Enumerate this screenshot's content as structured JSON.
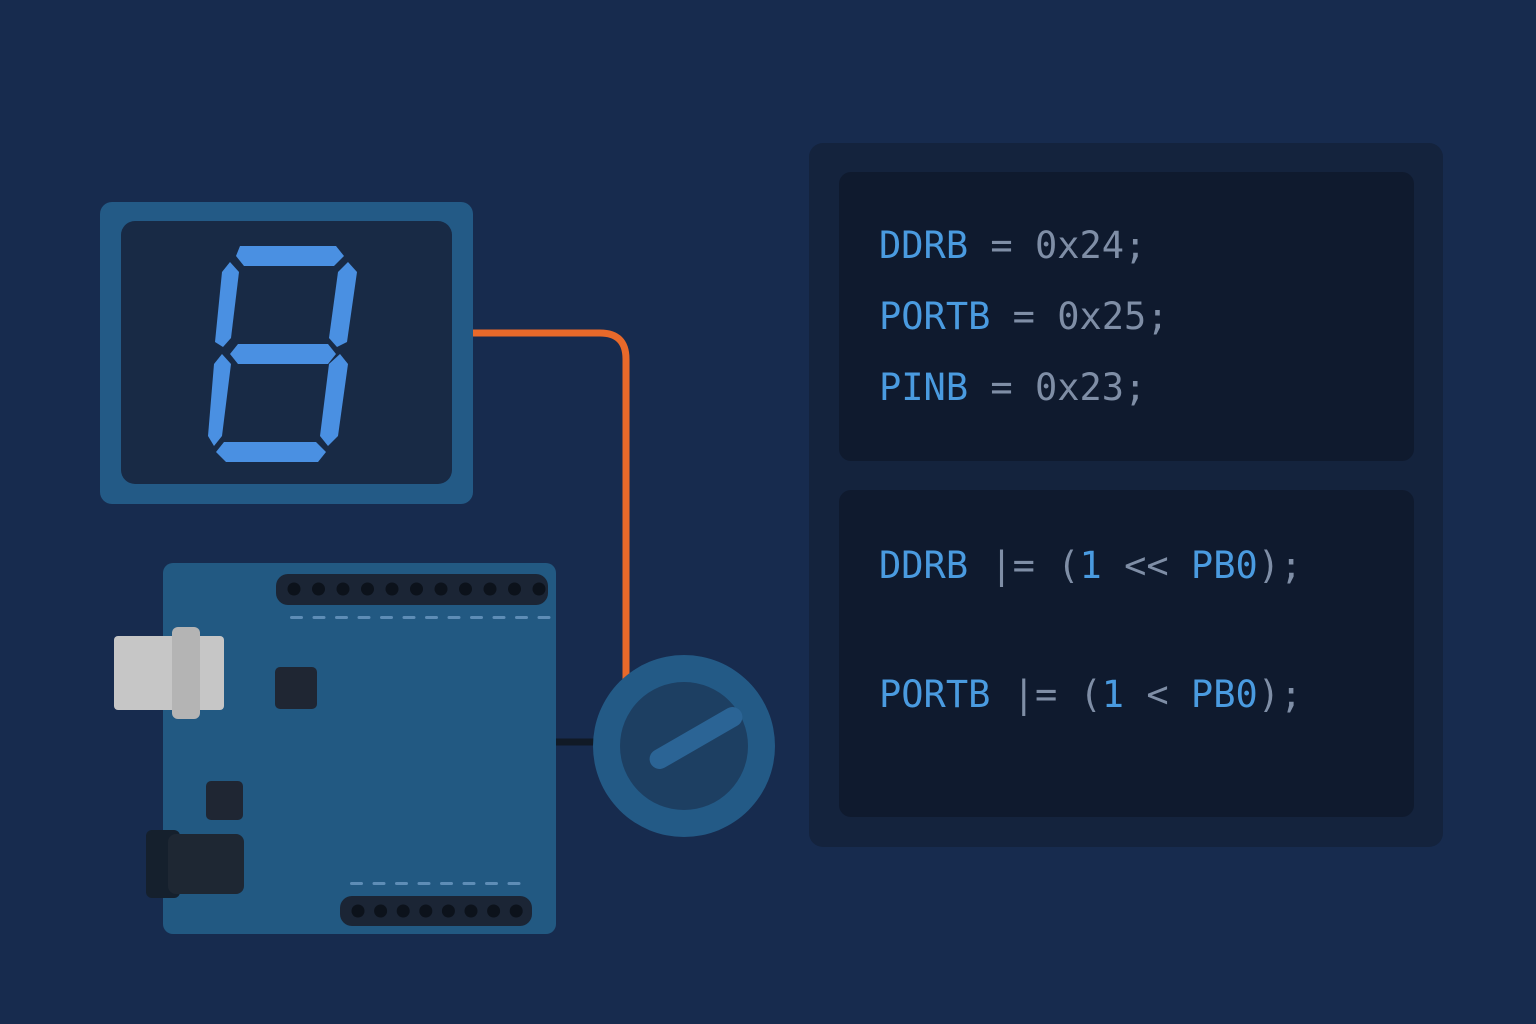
{
  "colors": {
    "background": "#172b4e",
    "display_bezel": "#235a86",
    "display_screen": "#182a45",
    "segment_on": "#4a90e2",
    "board": "#225982",
    "header_strip": "#1b2535",
    "wire_signal": "#e8692a",
    "wire_ground": "#111a26",
    "knob_outer": "#235a86",
    "knob_inner": "#1d3f62",
    "code_panel": "#14233d",
    "code_block": "#0f1a2e",
    "code_register": "#4a9be0",
    "code_operator": "#7f8ea6"
  },
  "seven_segment": {
    "lit_segments": [
      "a",
      "b",
      "c",
      "d",
      "e",
      "f",
      "g"
    ]
  },
  "potentiometer": {
    "knob_angle_deg": -30
  },
  "code": {
    "defs": [
      {
        "reg": "DDRB",
        "op": "=",
        "val": "0x24",
        "end": ";"
      },
      {
        "reg": "PORTB",
        "op": "=",
        "val": "0x25",
        "end": ";"
      },
      {
        "reg": "PINB",
        "op": "=",
        "val": "0x23",
        "end": ";"
      }
    ],
    "ops": [
      {
        "reg": "DDRB",
        "op": "|=",
        "open": "(",
        "one": "1",
        "shift": "<<",
        "pin": "PB0",
        "close": ");"
      },
      {
        "reg": "PORTB",
        "op": "|=",
        "open": "(",
        "one": "1",
        "shift": "<",
        "pin": "PB0",
        "close": ");"
      }
    ]
  }
}
